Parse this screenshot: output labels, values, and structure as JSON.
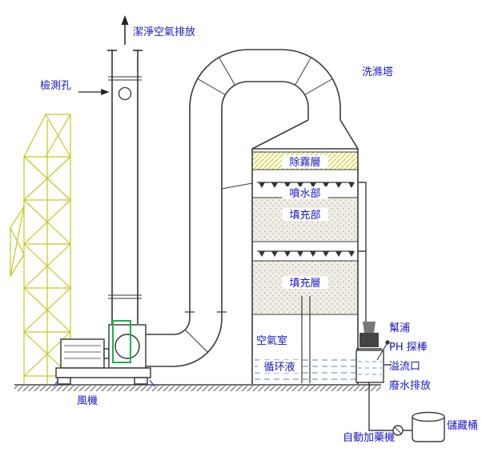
{
  "labels": {
    "clean_air_exhaust": "潔淨空氣排放",
    "inspection_port": "檢測孔",
    "scrubber_tower": "洗滌塔",
    "demister_layer": "除霧層",
    "spray_section": "噴水部",
    "packing_section": "填充部",
    "packing_layer": "填充層",
    "air_chamber": "空氣室",
    "circulating_liquid": "循环液",
    "pump": "幫浦",
    "ph_probe": "PH 探棒",
    "overflow_port": "溢流口",
    "wastewater_discharge": "廢水排放",
    "fan": "風機",
    "storage_tank": "儲藏桶",
    "auto_dosing_machine": "自動加藥機"
  },
  "colors": {
    "label_blue": "#1414c8",
    "line_dark": "#3a3a3a",
    "frame_yellow": "#c6c61e",
    "demister_hatch": "#c8c814",
    "highlight_green": "#1eb050",
    "water_blue": "#6f9fc8",
    "packing_fill": "#f0ede5",
    "ground": "#444444"
  }
}
